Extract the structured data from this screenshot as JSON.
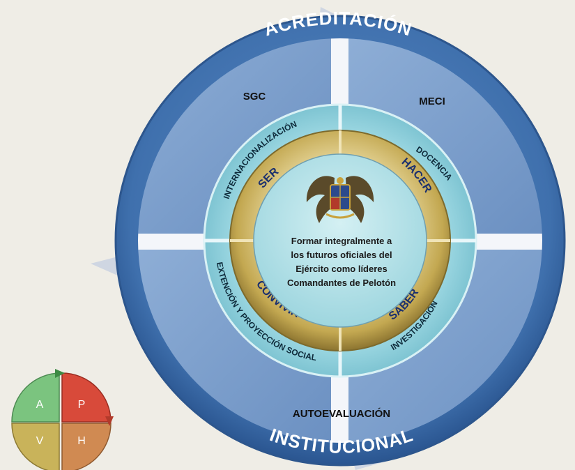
{
  "ring_top": "ACREDITACIÓN",
  "ring_bottom": "INSTITUCIONAL",
  "quadrants": {
    "top_left": "SGC",
    "top_right": "MECI",
    "bottom": "AUTOEVALUACIÓN"
  },
  "teal_ring": {
    "top_left": "INTERNACIONALIZACIÓN",
    "top_right": "DOCENCIA",
    "bottom_right": "INVESTIGACIÓN",
    "bottom_left": "EXTENCIÓN Y PROYECCIÓN SOCIAL"
  },
  "gold_ring": {
    "top_left": "SER",
    "top_right": "HACER",
    "bottom_right": "SABER",
    "bottom_left": "CONVIVIR"
  },
  "center_lines": [
    "Formar integralmente a",
    "los futuros oficiales del",
    "Ejército como líderes",
    "Comandantes de Pelotón"
  ],
  "pdca": {
    "a": "A",
    "p": "P",
    "v": "V",
    "h": "H"
  },
  "colors": {
    "outer_ring": "#3e6ea9",
    "quadrant": "#7d9fcb",
    "teal": "#8ed0dc",
    "gold": "#c9b264",
    "center": "#b4e0e6"
  },
  "icons": {
    "emblem": "army-crest-icon"
  }
}
